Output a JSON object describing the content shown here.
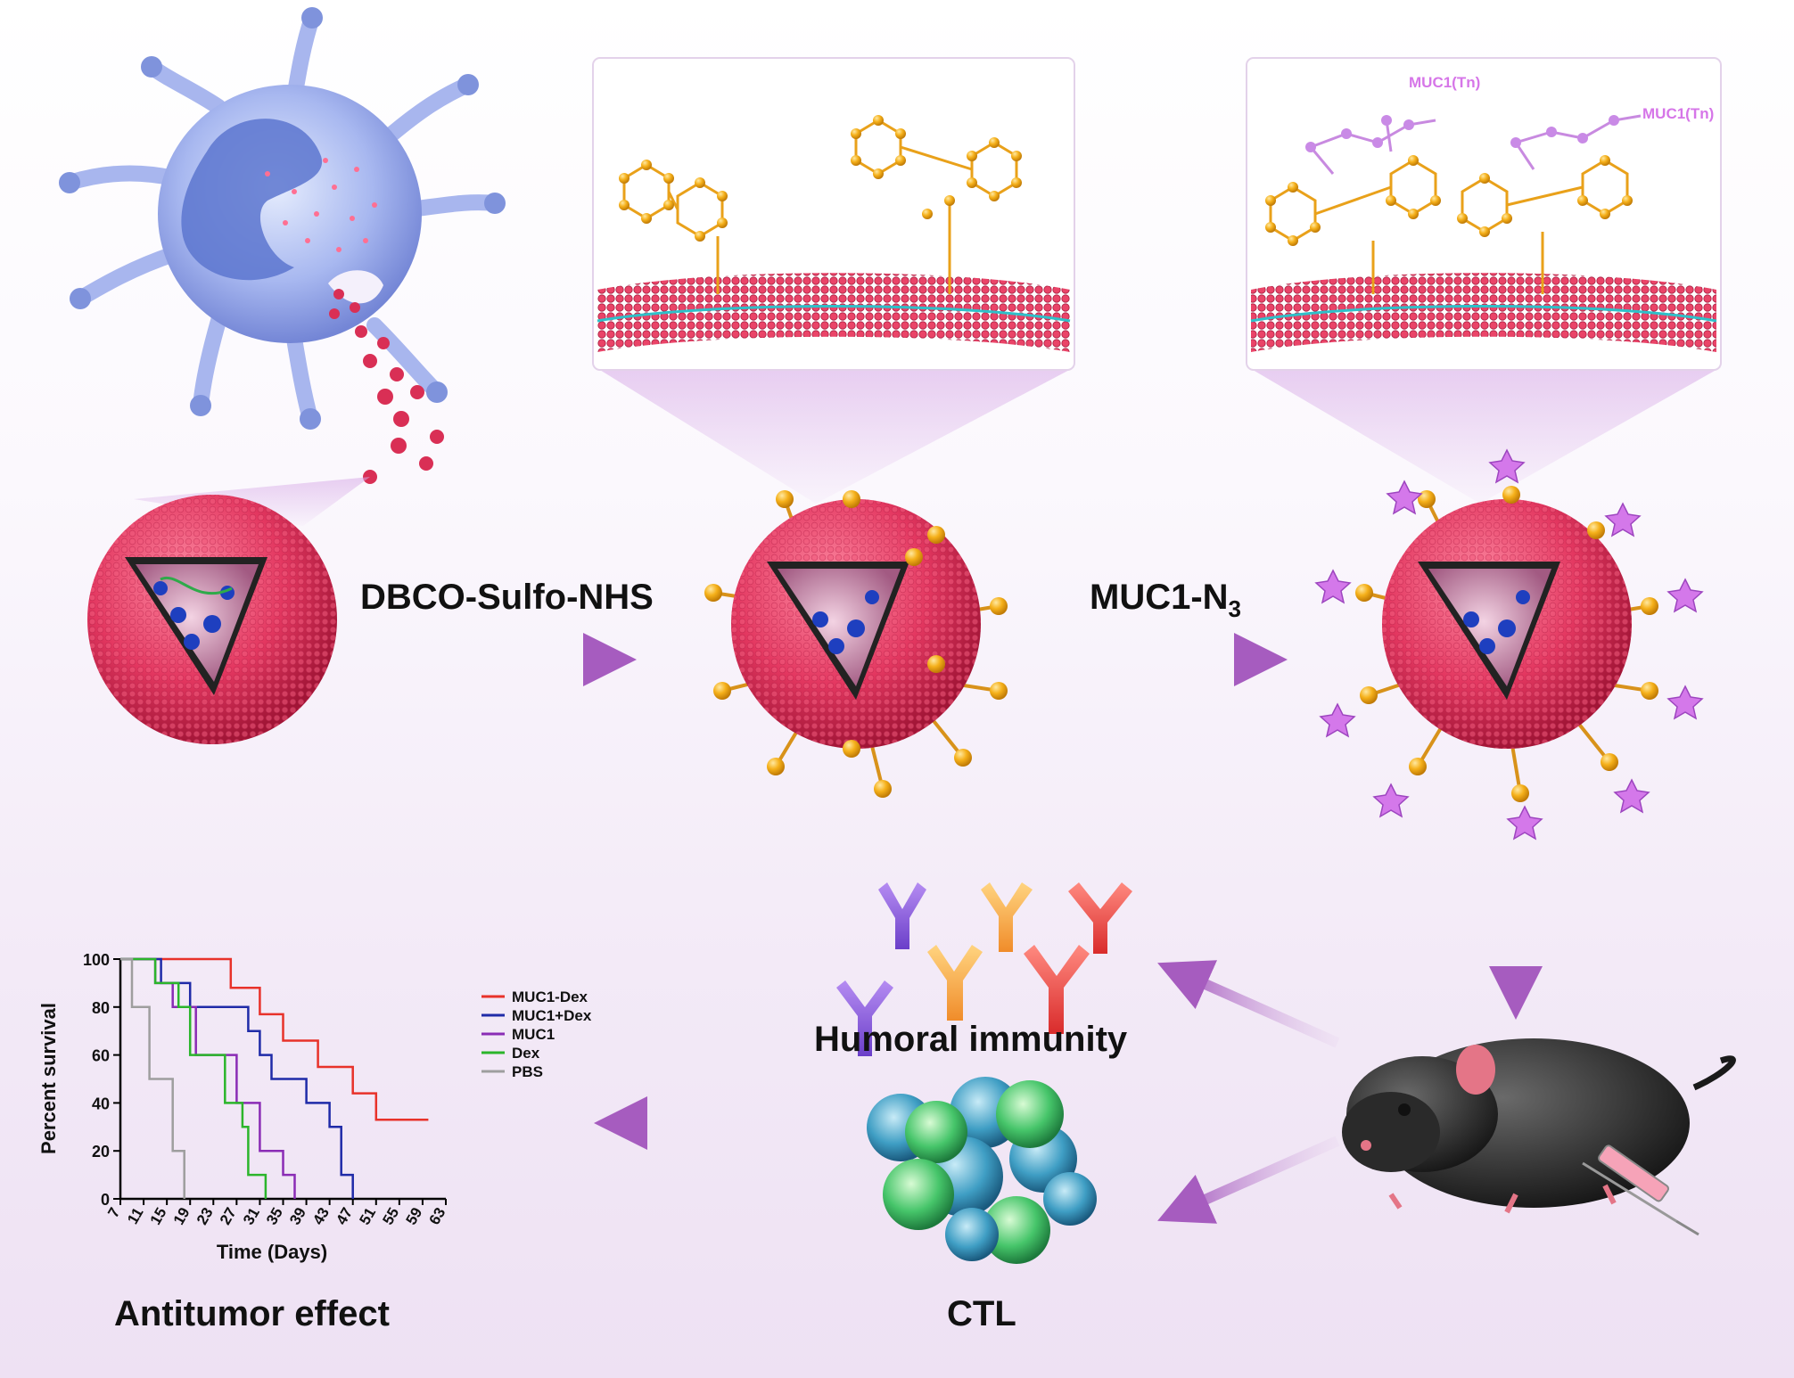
{
  "steps": {
    "step1": "DBCO-Sulfo-NHS",
    "step2_prefix": "MUC1-N",
    "step2_sub": "3"
  },
  "zoom_tags": [
    "MUC1(Tn)",
    "MUC1(Tn)"
  ],
  "outcomes": {
    "humoral": "Humoral immunity",
    "ctl": "CTL",
    "antitumor": "Antitumor effect"
  },
  "colors": {
    "liposome_red": "#e33760",
    "dbco_gold": "#f2a81c",
    "muc1_violet": "#d478ea",
    "arrow_purple": "#b77cc9",
    "dendritic_cell_blue": "#9fb0ec"
  },
  "icons": [
    "dendritic-cell-icon",
    "liposome-icon",
    "antibody-icon",
    "t-cell-cluster-icon",
    "mouse-icon",
    "syringe-icon"
  ],
  "chart_data": {
    "type": "step-line",
    "xlabel": "Time (Days)",
    "ylabel": "Percent survival",
    "xlim": [
      7,
      63
    ],
    "ylim": [
      0,
      100
    ],
    "xticks": [
      7,
      11,
      15,
      19,
      23,
      27,
      31,
      35,
      39,
      43,
      47,
      51,
      55,
      59,
      63
    ],
    "yticks": [
      0,
      20,
      40,
      60,
      80,
      100
    ],
    "legend_position": "right",
    "series": [
      {
        "name": "MUC1-Dex",
        "color": "#e8322a",
        "points": [
          [
            7,
            100
          ],
          [
            26,
            100
          ],
          [
            26,
            88
          ],
          [
            31,
            88
          ],
          [
            31,
            77
          ],
          [
            35,
            77
          ],
          [
            35,
            66
          ],
          [
            41,
            66
          ],
          [
            41,
            55
          ],
          [
            47,
            55
          ],
          [
            47,
            44
          ],
          [
            51,
            44
          ],
          [
            51,
            33
          ],
          [
            60,
            33
          ]
        ]
      },
      {
        "name": "MUC1+Dex",
        "color": "#1f2ba8",
        "points": [
          [
            7,
            100
          ],
          [
            14,
            100
          ],
          [
            14,
            90
          ],
          [
            19,
            90
          ],
          [
            19,
            80
          ],
          [
            29,
            80
          ],
          [
            29,
            70
          ],
          [
            31,
            70
          ],
          [
            31,
            60
          ],
          [
            33,
            60
          ],
          [
            33,
            50
          ],
          [
            39,
            50
          ],
          [
            39,
            40
          ],
          [
            43,
            40
          ],
          [
            43,
            30
          ],
          [
            45,
            30
          ],
          [
            45,
            10
          ],
          [
            47,
            10
          ],
          [
            47,
            0
          ]
        ]
      },
      {
        "name": "MUC1",
        "color": "#8a2cb5",
        "points": [
          [
            7,
            100
          ],
          [
            13,
            100
          ],
          [
            13,
            90
          ],
          [
            16,
            90
          ],
          [
            16,
            80
          ],
          [
            20,
            80
          ],
          [
            20,
            60
          ],
          [
            27,
            60
          ],
          [
            27,
            40
          ],
          [
            31,
            40
          ],
          [
            31,
            20
          ],
          [
            35,
            20
          ],
          [
            35,
            10
          ],
          [
            37,
            10
          ],
          [
            37,
            0
          ]
        ]
      },
      {
        "name": "Dex",
        "color": "#2bb52b",
        "points": [
          [
            7,
            100
          ],
          [
            13,
            100
          ],
          [
            13,
            90
          ],
          [
            17,
            90
          ],
          [
            17,
            80
          ],
          [
            19,
            80
          ],
          [
            19,
            60
          ],
          [
            25,
            60
          ],
          [
            25,
            40
          ],
          [
            28,
            40
          ],
          [
            28,
            30
          ],
          [
            29,
            30
          ],
          [
            29,
            10
          ],
          [
            32,
            10
          ],
          [
            32,
            0
          ]
        ]
      },
      {
        "name": "PBS",
        "color": "#9e9e9e",
        "points": [
          [
            7,
            100
          ],
          [
            9,
            100
          ],
          [
            9,
            80
          ],
          [
            12,
            80
          ],
          [
            12,
            50
          ],
          [
            16,
            50
          ],
          [
            16,
            20
          ],
          [
            18,
            20
          ],
          [
            18,
            0
          ]
        ]
      }
    ]
  }
}
